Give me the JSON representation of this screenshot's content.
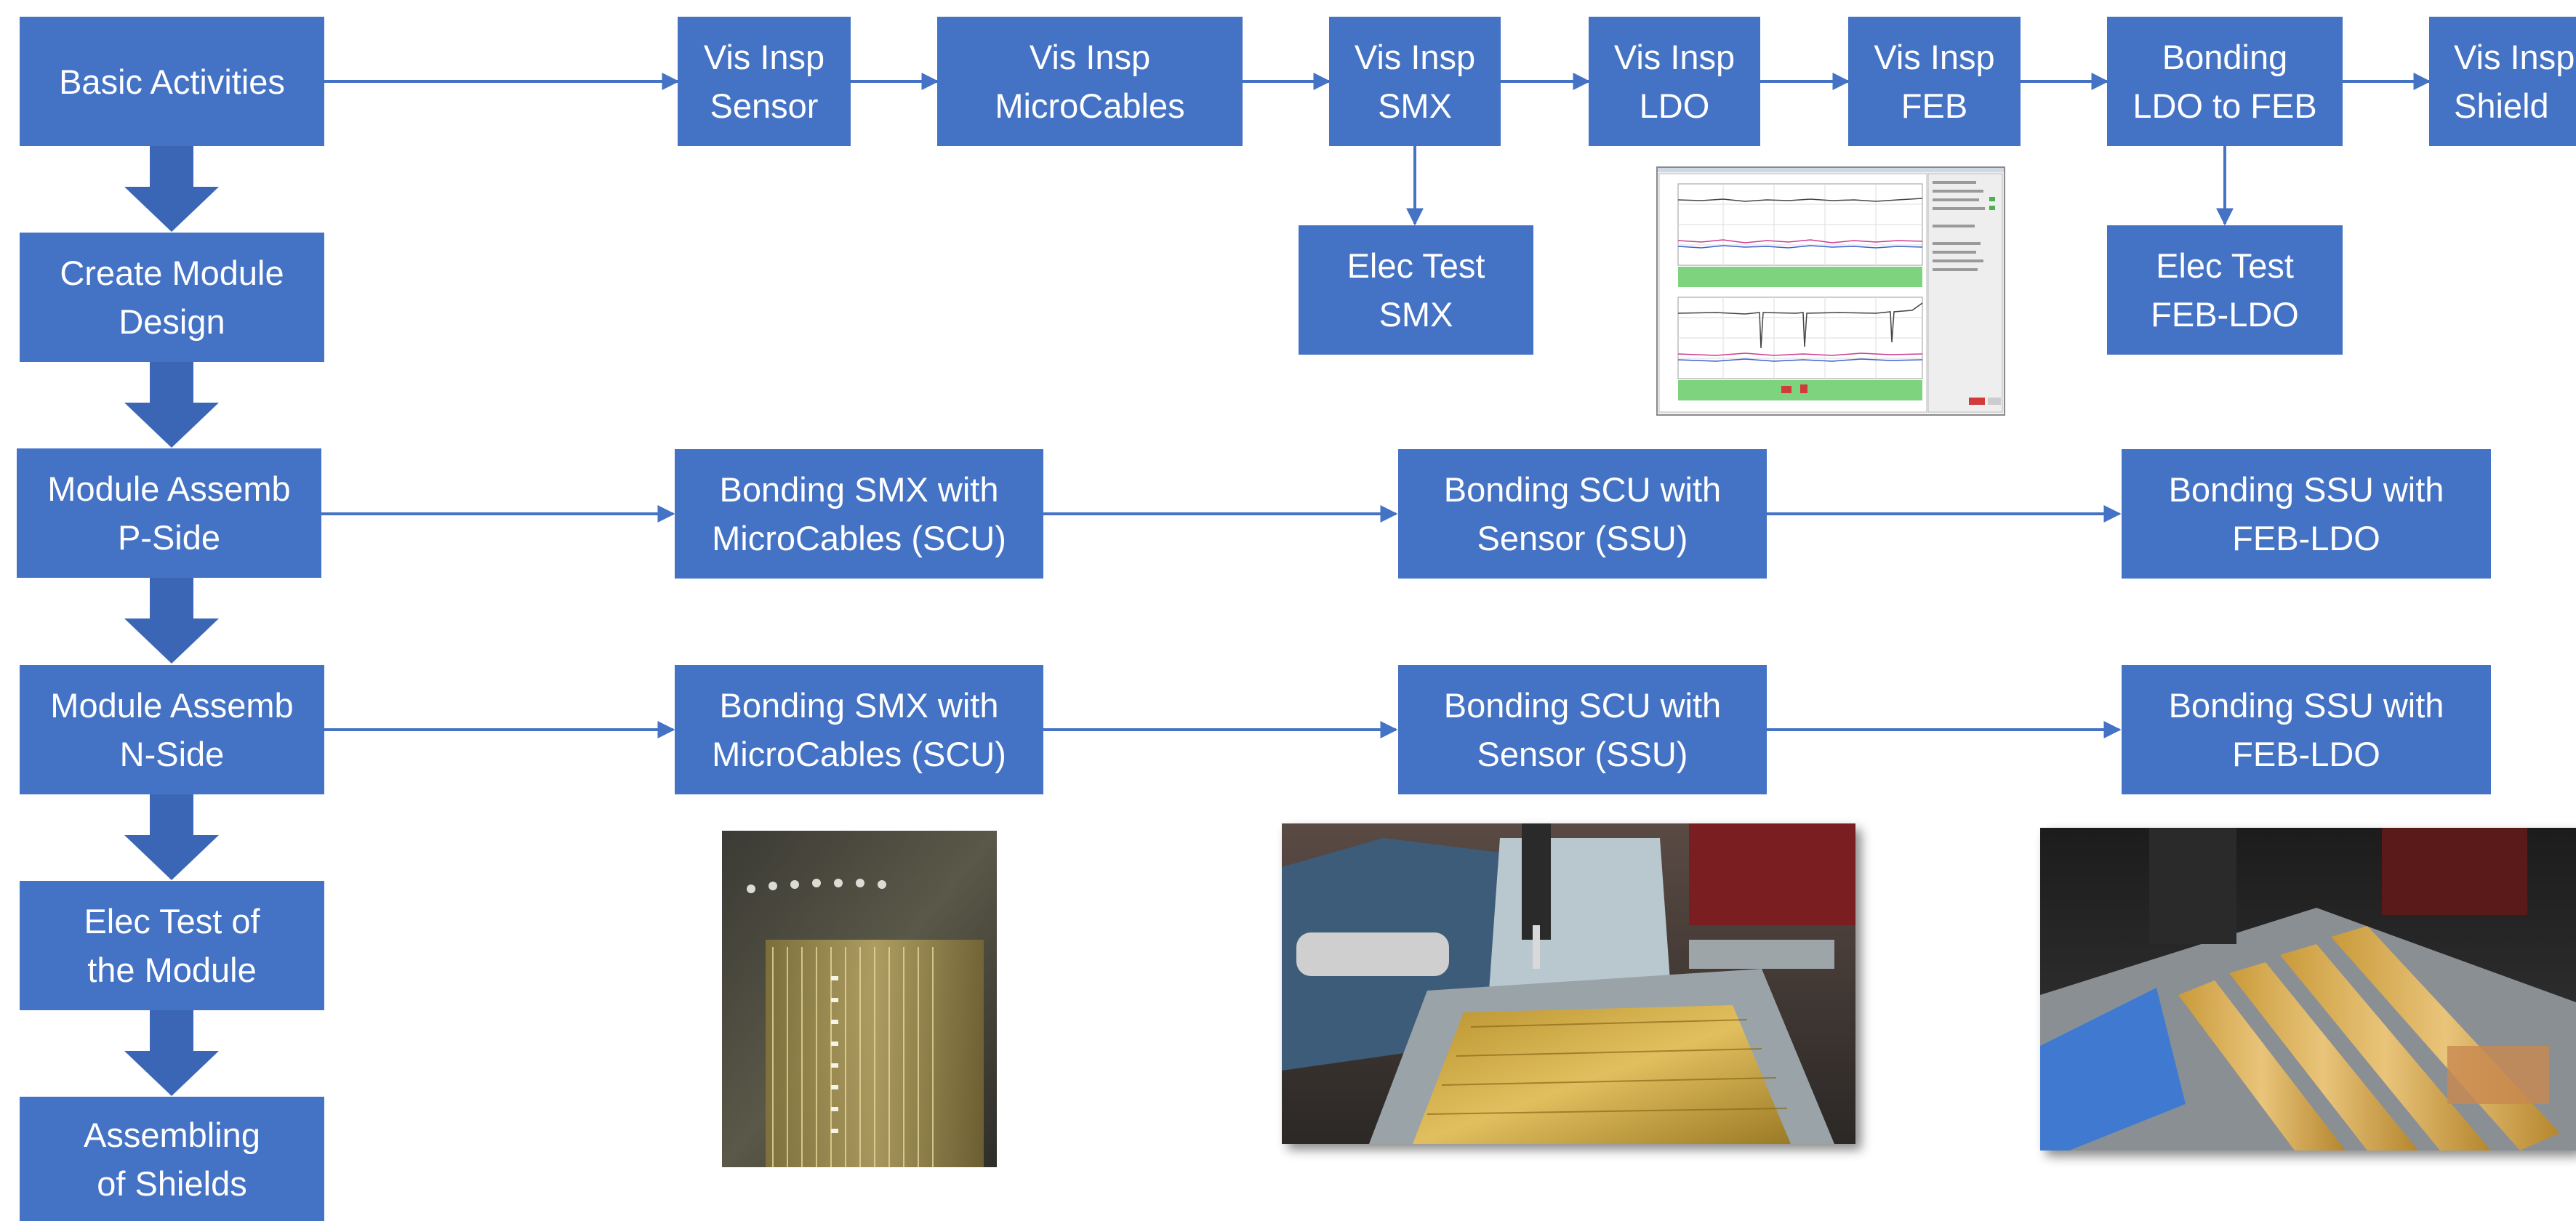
{
  "colors": {
    "box_fill": "#4472C4",
    "box_text": "#FFFFFF",
    "arrow": "#4472C4",
    "down_arrow": "#3A66B5"
  },
  "left_column": {
    "basic_activities": "Basic Activities",
    "create_module_design": [
      "Create Module",
      "Design"
    ],
    "module_assemb_p": [
      "Module Assemb",
      "P-Side"
    ],
    "module_assemb_n": [
      "Module Assemb",
      "N-Side"
    ],
    "elec_test_module": [
      "Elec Test of",
      "the Module"
    ],
    "assembling_shields": [
      "Assembling",
      "of Shields"
    ]
  },
  "top_row": {
    "vis_insp_sensor": [
      "Vis Insp",
      "Sensor"
    ],
    "vis_insp_microcables": [
      "Vis Insp",
      "MicroCables"
    ],
    "vis_insp_smx": [
      "Vis Insp",
      "SMX"
    ],
    "vis_insp_ldo": [
      "Vis Insp",
      "LDO"
    ],
    "vis_insp_feb": [
      "Vis Insp",
      "FEB"
    ],
    "bonding_ldo_feb": [
      "Bonding",
      "LDO to FEB"
    ],
    "vis_insp_shield": [
      "Vis Insp",
      "Shield"
    ],
    "elec_test_smx": [
      "Elec Test",
      "SMX"
    ],
    "elec_test_feb_ldo": [
      "Elec Test",
      "FEB-LDO"
    ]
  },
  "p_side_row": {
    "bonding_smx": [
      "Bonding SMX with",
      "MicroCables (SCU)"
    ],
    "bonding_scu": [
      "Bonding SCU with",
      "Sensor (SSU)"
    ],
    "bonding_ssu": [
      "Bonding SSU with",
      "FEB-LDO"
    ]
  },
  "n_side_row": {
    "bonding_smx": [
      "Bonding SMX with",
      "MicroCables (SCU)"
    ],
    "bonding_scu": [
      "Bonding SCU with",
      "Sensor (SSU)"
    ],
    "bonding_ssu": [
      "Bonding SSU with",
      "FEB-LDO"
    ]
  },
  "images": {
    "test_screenshot": "elec-test-results-screenshot",
    "microcables_photo": "microcables-closeup-photo",
    "bonding_machine_photo": "wire-bonding-machine-photo",
    "ssu_feb_photo": "ssu-feb-ldo-bonding-photo"
  }
}
